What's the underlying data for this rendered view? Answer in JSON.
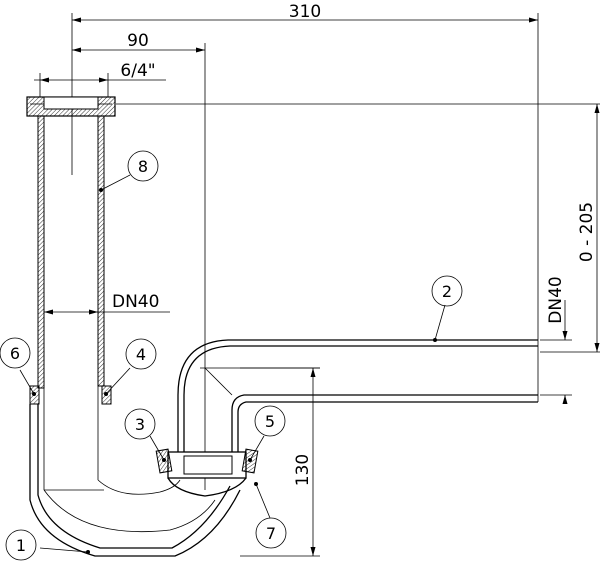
{
  "dimensions": {
    "overall_width": "310",
    "offset": "90",
    "thread": "6/4\"",
    "pipe_dn_vertical": "DN40",
    "pipe_dn_horizontal": "DN40",
    "height_range": "0 - 205",
    "trap_height": "130"
  },
  "callouts": [
    "1",
    "2",
    "3",
    "4",
    "5",
    "6",
    "7",
    "8"
  ]
}
